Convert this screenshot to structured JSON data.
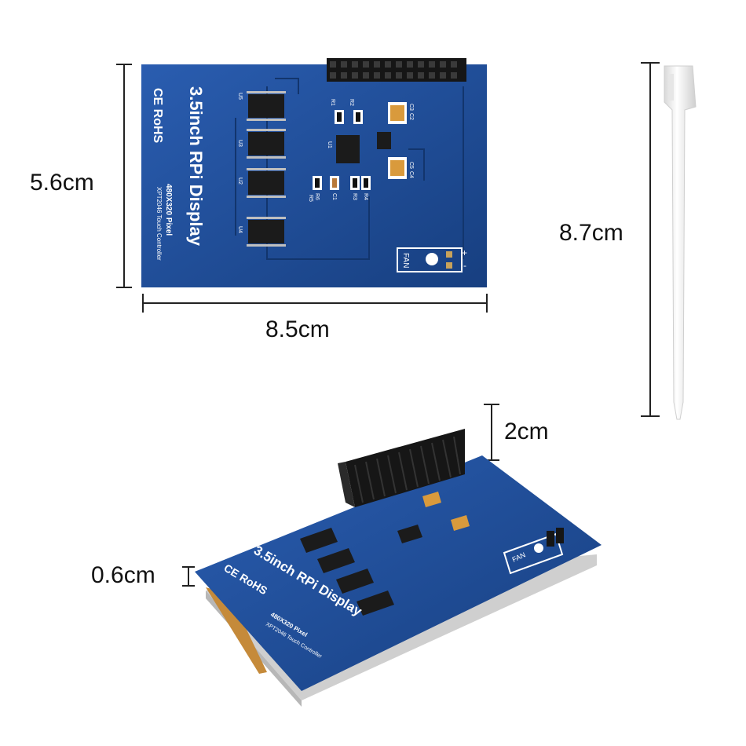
{
  "dimensions": {
    "height_flat": "5.6cm",
    "width_flat": "8.5cm",
    "stylus_length": "8.7cm",
    "header_height": "2cm",
    "board_thickness": "0.6cm"
  },
  "board": {
    "title": "3.5inch RPi Display",
    "resolution": "480X320 Pixel",
    "controller": "XPT2046 Touch Controller",
    "cert": "CE RoHS",
    "fan_label": "FAN",
    "plus": "+",
    "minus": "-",
    "ic_labels": [
      "U5",
      "U3",
      "U2",
      "U4"
    ],
    "comp_labels": [
      "R1",
      "R2",
      "C3",
      "C2",
      "U1",
      "C5",
      "C4",
      "R6",
      "C1",
      "R3",
      "R4",
      "R5"
    ]
  },
  "colors": {
    "pcb_blue": "#1e4f9c",
    "pcb_dark": "#163d7a",
    "header_black": "#1a1a1a",
    "stylus_white": "#f4f4f4",
    "dimension_line": "#222222"
  }
}
